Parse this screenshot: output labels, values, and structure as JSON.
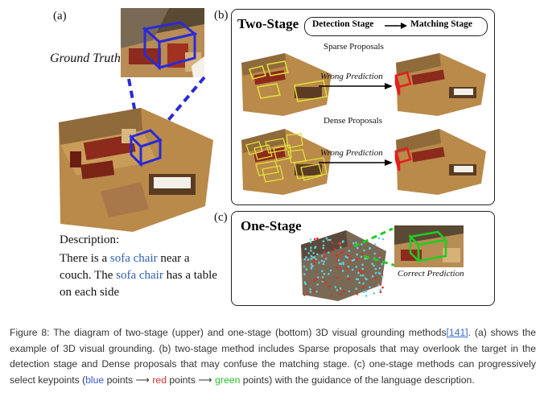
{
  "panel_a": {
    "label": "(a)",
    "ground_truth": "Ground Truth",
    "description_title": "Description:",
    "desc_part1": "There is a ",
    "desc_obj1": "sofa chair",
    "desc_part2": " near a couch. The ",
    "desc_obj2": "sofa chair",
    "desc_part3": " has a table on each side"
  },
  "panel_b": {
    "label": "(b)",
    "title": "Two-Stage",
    "detection_stage": "Detection Stage",
    "matching_stage": "Matching Stage",
    "sparse_proposals": "Sparse Proposals",
    "dense_proposals": "Dense Proposals",
    "wrong_prediction_1": "Wrong Prediction",
    "wrong_prediction_2": "Wrong Prediction"
  },
  "panel_c": {
    "label": "(c)",
    "title": "One-Stage",
    "correct_prediction": "Correct Prediction"
  },
  "caption": {
    "prefix": "Figure 8: The diagram of two-stage (upper) and one-stage (bottom) 3D visual grounding methods",
    "ref": "[141]",
    "text1": ". (a) shows the example of 3D visual grounding. (b) two-stage method includes Sparse proposals that may overlook the target in the detection stage and Dense proposals that may confuse the matching stage. (c) one-stage methods can progressively select keypoints (",
    "blue": "blue",
    "t_points1": " points ",
    "arrow1": "⟶",
    "red": "red",
    "t_points2": " points ",
    "arrow2": "⟶",
    "green": "green",
    "text2": " points) with the guidance of the language description."
  },
  "colors": {
    "gt_box": "#2a2ad6",
    "wrong_box": "#e21d1d",
    "proposal_box": "#e3e03a",
    "correct_box": "#22cc22",
    "room_floor": "#b98a4a",
    "sofa": "#8c2a1c"
  }
}
